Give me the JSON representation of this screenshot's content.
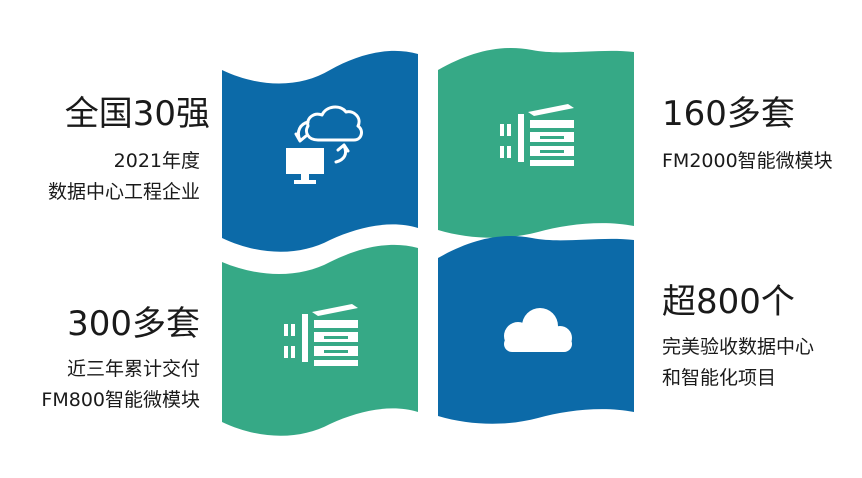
{
  "colors": {
    "blue": "#0c6aa8",
    "green": "#36a986",
    "icon": "#ffffff",
    "text": "#1a1a1a"
  },
  "tiles": [
    {
      "position": "top-left",
      "color": "blue",
      "icon": "cloud-sync-computer-icon"
    },
    {
      "position": "top-right",
      "color": "green",
      "icon": "server-rack-icon"
    },
    {
      "position": "bottom-left",
      "color": "green",
      "icon": "server-rack-icon"
    },
    {
      "position": "bottom-right",
      "color": "blue",
      "icon": "cloud-icon"
    }
  ],
  "stats": {
    "top_left": {
      "headline": "全国30强",
      "line1": "2021年度",
      "line2": "数据中心工程企业"
    },
    "top_right": {
      "headline": "160多套",
      "line1": "FM2000智能微模块"
    },
    "bottom_left": {
      "headline": "300多套",
      "line1": "近三年累计交付",
      "line2": "FM800智能微模块"
    },
    "bottom_right": {
      "headline": "超800个",
      "line1": "完美验收数据中心",
      "line2": "和智能化项目"
    }
  }
}
